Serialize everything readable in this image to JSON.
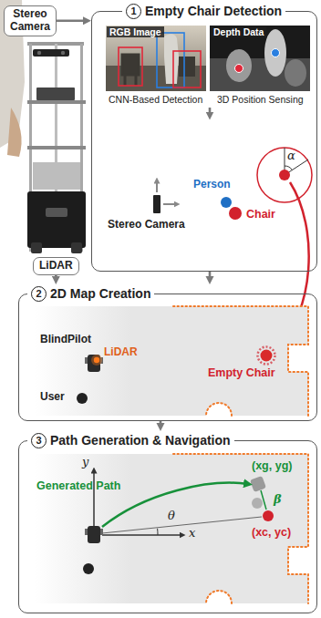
{
  "diagram": {
    "nodes": [
      {
        "text": [
          "Stereo Camera"
        ]
      },
      {
        "text": [
          "Empty Chair Detection"
        ]
      },
      {
        "text": [
          "LiDAR"
        ]
      },
      {
        "text": [
          "2D Map Creation"
        ]
      },
      {
        "text": [
          "Path Generation & Navigation"
        ]
      }
    ],
    "edges": [
      {
        "from": 0,
        "to": 1,
        "arrow": "to"
      },
      {
        "from": 2,
        "to": 3,
        "arrow": "to"
      },
      {
        "from": 1,
        "to": 3,
        "arrow": "to"
      },
      {
        "from": 3,
        "to": 4,
        "arrow": "to"
      }
    ],
    "labels": [
      "1",
      "RGB Image",
      "Depth Data",
      "CNN-Based Detection",
      "3D Position Sensing",
      "Stereo Camera",
      "Person",
      "Chair",
      "α",
      "2",
      "BlindPilot",
      "LiDAR",
      "User",
      "Empty Chair",
      "3",
      "y",
      "x",
      "θ",
      "Generated Path",
      "(xg, yg)",
      "β",
      "(xc, yc)"
    ]
  }
}
